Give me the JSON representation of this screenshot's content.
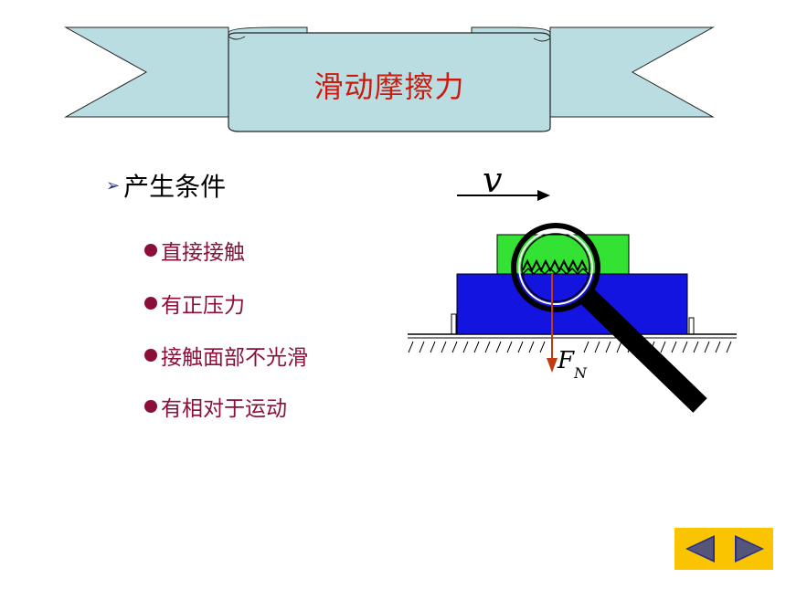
{
  "slide": {
    "title": "滑动摩擦力",
    "heading": "产生条件",
    "heading_marker": "➢",
    "conditions": [
      "直接接触",
      "有正压力",
      "接触面部不光滑",
      "有相对于运动"
    ]
  },
  "diagram": {
    "velocity_label": "v",
    "force_label_main": "F",
    "force_label_sub": "N"
  },
  "colors": {
    "title": "#cc1a10",
    "banner_fill": "#b9dde0",
    "bullet": "#8a0f3a",
    "upper_block": "#33e233",
    "lower_block": "#1414e0",
    "force_arrow": "#c23a10",
    "nav_bg": "#fbc400",
    "nav_arrow": "#2e2e8a"
  },
  "nav": {
    "prev_icon": "triangle-left-icon",
    "next_icon": "triangle-right-icon"
  }
}
